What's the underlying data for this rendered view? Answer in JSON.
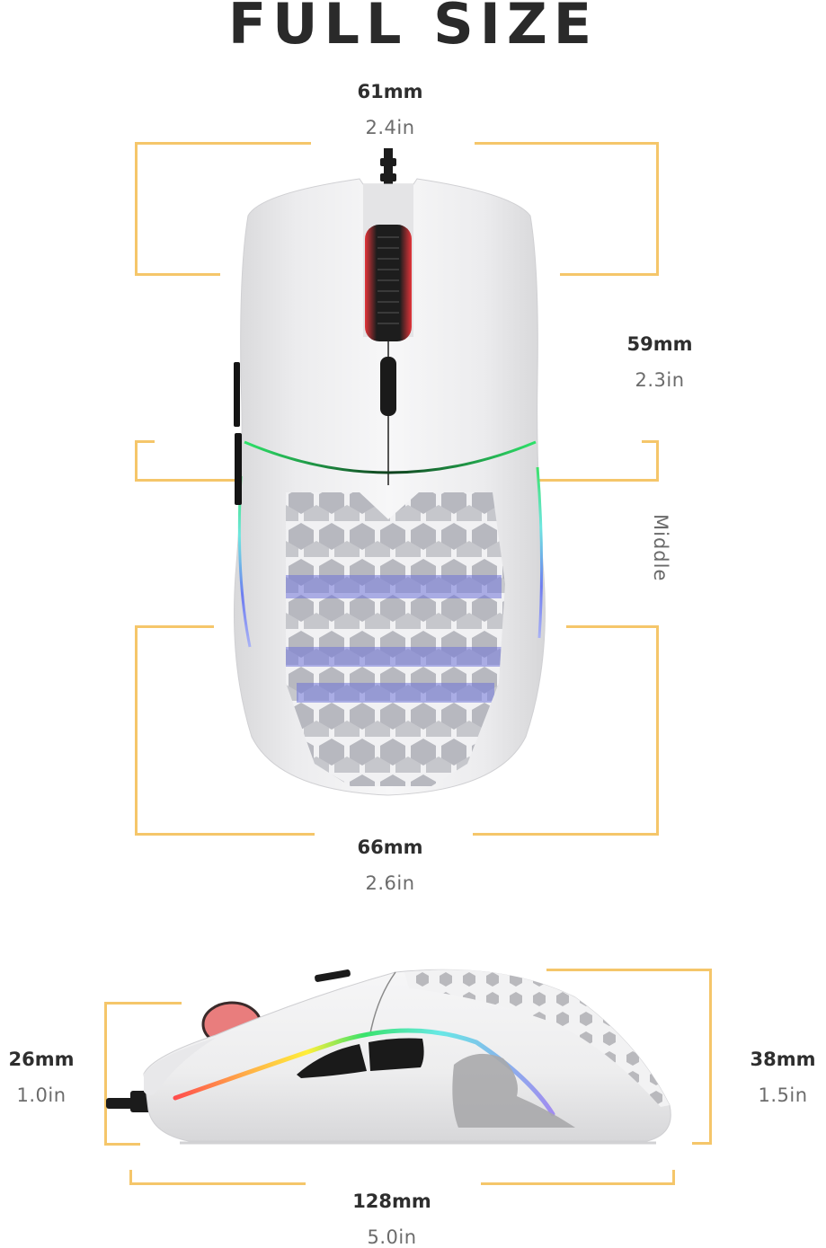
{
  "title": "FULL SIZE",
  "accent_color": "#f5c66a",
  "top_view": {
    "width": {
      "mm": "61mm",
      "in": "2.4in"
    },
    "grip_width": {
      "mm": "59mm",
      "in": "2.3in"
    },
    "grip_label": "Middle",
    "max_width": {
      "mm": "66mm",
      "in": "2.6in"
    }
  },
  "side_view": {
    "front_height": {
      "mm": "26mm",
      "in": "1.0in"
    },
    "max_height": {
      "mm": "38mm",
      "in": "1.5in"
    },
    "length": {
      "mm": "128mm",
      "in": "5.0in"
    }
  }
}
